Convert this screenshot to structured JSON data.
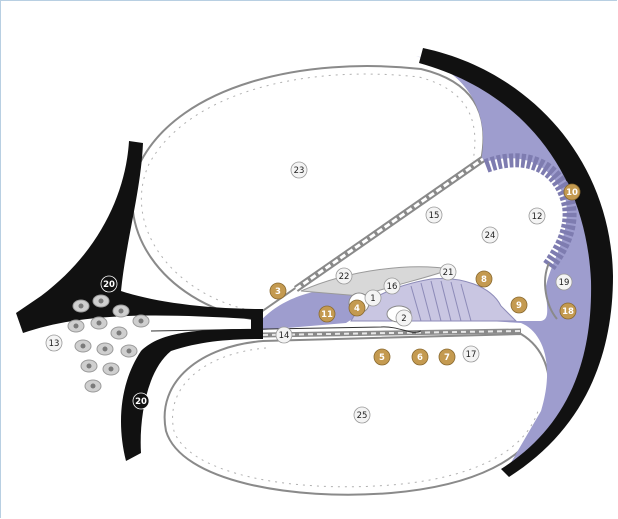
{
  "colors": {
    "bone": "#111111",
    "tissue": "#9e9dce",
    "tissue_light": "#c9c6e2",
    "membrane_fill": "#efefef",
    "membrane_stroke": "#7a7a7a",
    "nucleus": "#6a6a7a",
    "gold_label": "#c49a50",
    "white_label": "#f4f4f4",
    "nerve_cell": "#cfcfcf"
  },
  "labels": [
    {
      "id": "1",
      "text": "1",
      "style": "white"
    },
    {
      "id": "2",
      "text": "2",
      "style": "white"
    },
    {
      "id": "3",
      "text": "3",
      "style": "gold"
    },
    {
      "id": "4",
      "text": "4",
      "style": "gold"
    },
    {
      "id": "5",
      "text": "5",
      "style": "gold"
    },
    {
      "id": "6",
      "text": "6",
      "style": "gold"
    },
    {
      "id": "7",
      "text": "7",
      "style": "gold"
    },
    {
      "id": "8",
      "text": "8",
      "style": "gold"
    },
    {
      "id": "9",
      "text": "9",
      "style": "gold"
    },
    {
      "id": "10",
      "text": "10",
      "style": "gold"
    },
    {
      "id": "11",
      "text": "11",
      "style": "gold"
    },
    {
      "id": "12",
      "text": "12",
      "style": "white"
    },
    {
      "id": "13",
      "text": "13",
      "style": "white"
    },
    {
      "id": "14",
      "text": "14",
      "style": "white"
    },
    {
      "id": "15",
      "text": "15",
      "style": "white"
    },
    {
      "id": "16",
      "text": "16",
      "style": "white"
    },
    {
      "id": "17",
      "text": "17",
      "style": "white"
    },
    {
      "id": "18",
      "text": "18",
      "style": "gold"
    },
    {
      "id": "19",
      "text": "19",
      "style": "white"
    },
    {
      "id": "20a",
      "text": "20",
      "style": "dark"
    },
    {
      "id": "20b",
      "text": "20",
      "style": "dark"
    },
    {
      "id": "21",
      "text": "21",
      "style": "white"
    },
    {
      "id": "22",
      "text": "22",
      "style": "white"
    },
    {
      "id": "23",
      "text": "23",
      "style": "white"
    },
    {
      "id": "24",
      "text": "24",
      "style": "white"
    },
    {
      "id": "25",
      "text": "25",
      "style": "white"
    }
  ]
}
